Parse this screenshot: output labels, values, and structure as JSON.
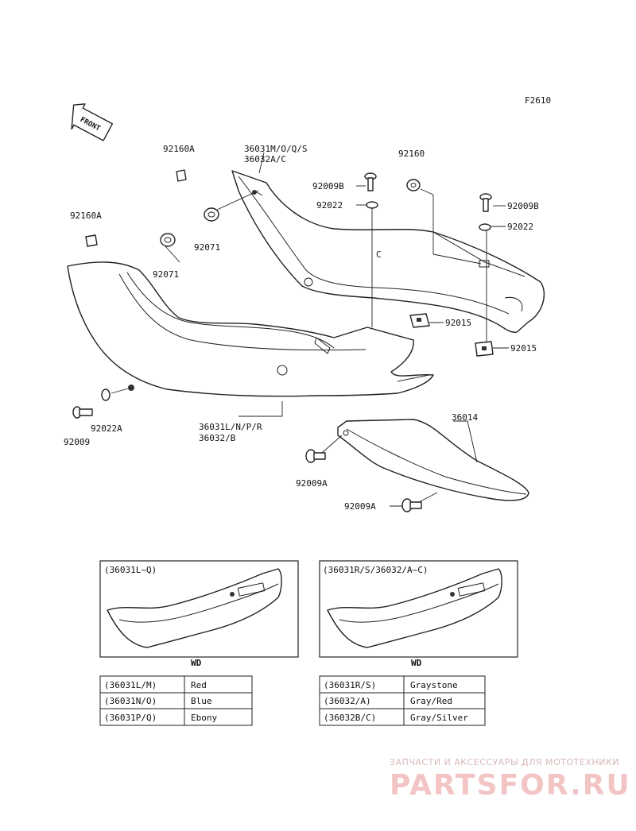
{
  "figure_code": "F2610",
  "front_label": "FRONT",
  "callouts": {
    "c_92160A_top": "92160A",
    "c_36031MOQS": "36031M/O/Q/S",
    "c_36032AC": "36032A/C",
    "c_92160": "92160",
    "c_92009B_left": "92009B",
    "c_92022_left": "92022",
    "c_92009B_right": "92009B",
    "c_92022_right": "92022",
    "c_92160A_left": "92160A",
    "c_92071_mid": "92071",
    "c_92071_left": "92071",
    "c_C": "C",
    "c_92015_a": "92015",
    "c_92015_b": "92015",
    "c_92009": "92009",
    "c_92022A": "92022A",
    "c_36031LNPR": "36031L/N/P/R",
    "c_36032B": "36032/B",
    "c_36014": "36014",
    "c_92009A_a": "92009A",
    "c_92009A_b": "92009A"
  },
  "insets": [
    {
      "title": "(36031L~Q)",
      "caption": "WD"
    },
    {
      "title": "(36031R/S/36032/A~C)",
      "caption": "WD"
    }
  ],
  "color_tables": [
    {
      "rows": [
        {
          "code": "(36031L/M)",
          "color": "Red"
        },
        {
          "code": "(36031N/O)",
          "color": "Blue"
        },
        {
          "code": "(36031P/Q)",
          "color": "Ebony"
        }
      ]
    },
    {
      "rows": [
        {
          "code": "(36031R/S)",
          "color": "Graystone"
        },
        {
          "code": "(36032/A)",
          "color": "Gray/Red"
        },
        {
          "code": "(36032B/C)",
          "color": "Gray/Silver"
        }
      ]
    }
  ],
  "watermark": {
    "line1": "ЗАПЧАСТИ И АКСЕССУАРЫ ДЛЯ МОТОТЕХНИКИ",
    "line2": "PARTSFOR.RU"
  }
}
